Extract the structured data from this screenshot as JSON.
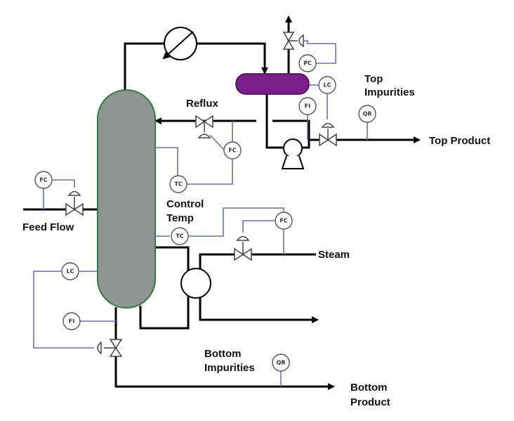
{
  "labels": {
    "reflux": "Reflux",
    "top_impurities_1": "Top",
    "top_impurities_2": "Impurities",
    "top_product": "Top Product",
    "feed_flow": "Feed Flow",
    "control_temp_1": "Control",
    "control_temp_2": "Temp",
    "steam": "Steam",
    "bottom_impurities_1": "Bottom",
    "bottom_impurities_2": "Impurities",
    "bottom_product_1": "Bottom",
    "bottom_product_2": "Product"
  },
  "instruments": {
    "pc": "PC",
    "lc_top": "LC",
    "fi_top": "FI",
    "qr_top": "QR",
    "fc_reflux": "FC",
    "tc_upper": "TC",
    "fc_feed": "FC",
    "tc_control": "TC",
    "fc_steam": "FC",
    "lc_bottom": "LC",
    "fi_bottom": "FI",
    "qr_bottom": "QR"
  },
  "colors": {
    "column": "#8f9592",
    "column_border": "#2f7d3a",
    "drum": "#7b1f8a",
    "signal_line": "#6a6fa8",
    "pipe": "#000000"
  }
}
